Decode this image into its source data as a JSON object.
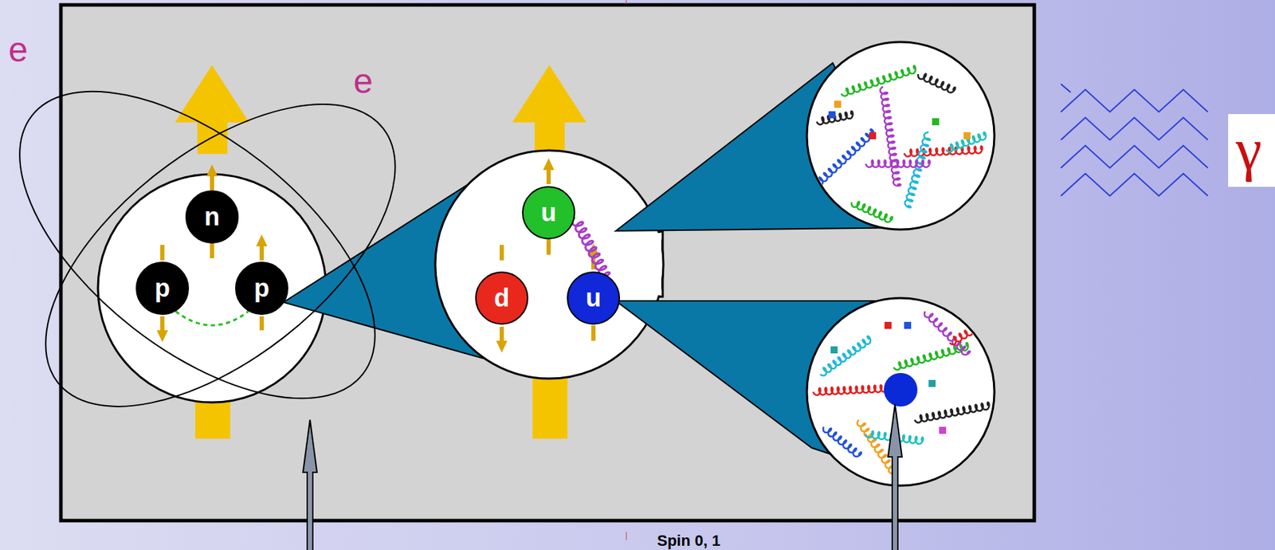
{
  "diagram": {
    "nodes": [
      {
        "text": [
          "n"
        ]
      },
      {
        "text": [
          "p"
        ]
      },
      {
        "text": [
          "p"
        ]
      },
      {
        "text": [
          "u"
        ]
      },
      {
        "text": [
          "d"
        ]
      },
      {
        "text": [
          "u"
        ]
      }
    ],
    "edges": [
      {
        "from": 1,
        "to": 2,
        "arrow": "none"
      },
      {
        "from": 3,
        "to": 5,
        "arrow": "none"
      }
    ],
    "labels": [
      "e",
      "e",
      "γ",
      "Spin 0, 1"
    ]
  }
}
